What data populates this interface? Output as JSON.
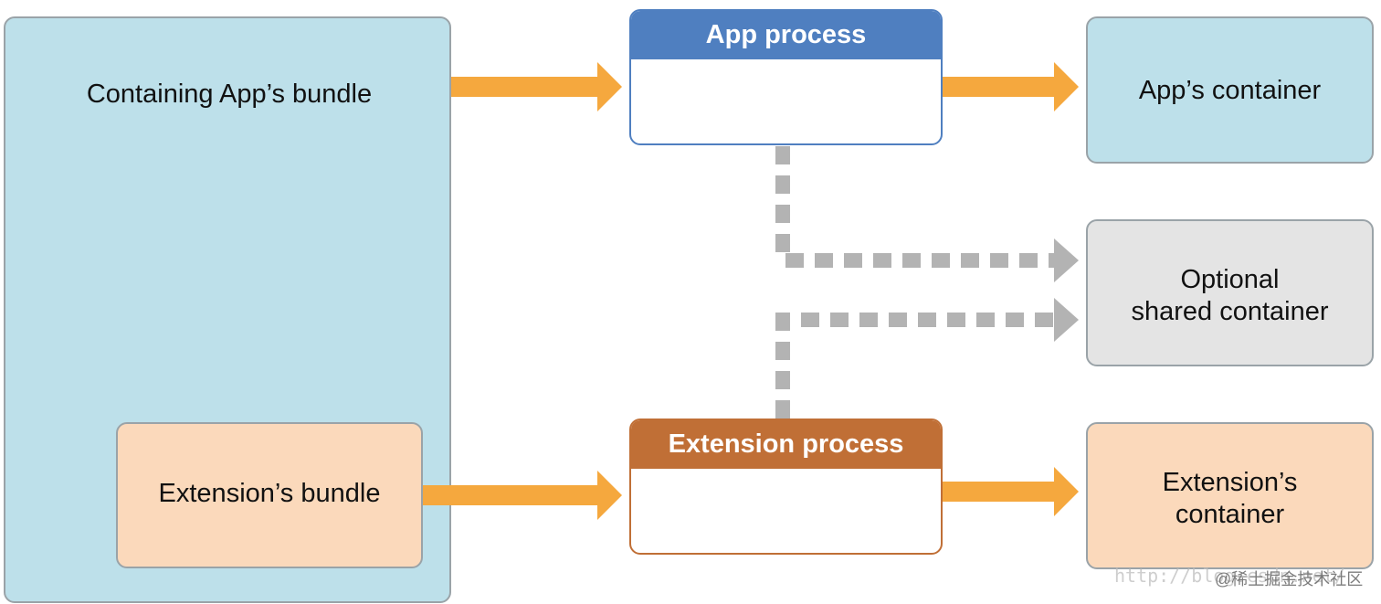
{
  "boxes": {
    "containing_bundle": "Containing App’s bundle",
    "extension_bundle": "Extension’s bundle",
    "app_process": "App process",
    "extension_process": "Extension process",
    "app_container": "App’s container",
    "shared_container_line1": "Optional",
    "shared_container_line2": "shared container",
    "extension_container_line1": "Extension’s",
    "extension_container_line2": "container"
  },
  "watermark": {
    "url": "http://blog.csdn.net/",
    "badge": "@稀土掘金技术社区"
  },
  "colors": {
    "container_blue": "#bde0ea",
    "extension_orange": "#fbd9bb",
    "shared_gray": "#e4e4e4",
    "app_process_header": "#4f7fc0",
    "extension_process_header": "#c06f36",
    "solid_arrow": "#f5a83e",
    "dashed_arrow": "#b3b3b3"
  }
}
